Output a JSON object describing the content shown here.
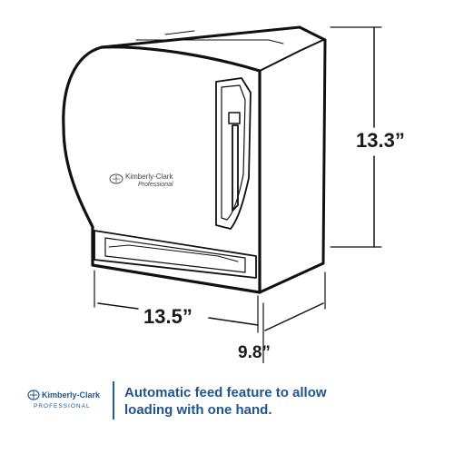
{
  "dimensions": {
    "height": "13.3”",
    "width": "13.5”",
    "depth": "9.8”"
  },
  "product_brand": {
    "name": "Kimberly-Clark",
    "sub": "Professional"
  },
  "footer": {
    "logo_name": "Kimberly-Clark",
    "logo_sub": "PROFESSIONAL",
    "line1": "Automatic feed feature to allow",
    "line2": "loading with one hand."
  },
  "colors": {
    "brand_blue": "#20558e",
    "outline": "#111111"
  }
}
